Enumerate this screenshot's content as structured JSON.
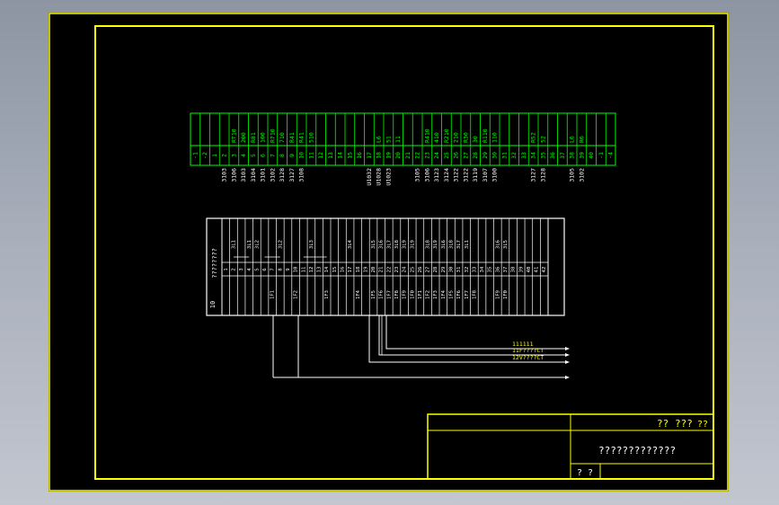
{
  "terminal_strip": {
    "terminals": [
      "-1",
      "-2",
      "1",
      "2",
      "3",
      "4",
      "5",
      "6",
      "7",
      "8",
      "9",
      "10",
      "11",
      "12",
      "13",
      "14",
      "15",
      "16",
      "17",
      "18",
      "19",
      "20",
      "21",
      "22",
      "23",
      "24",
      "25",
      "26",
      "27",
      "28",
      "29",
      "30",
      "31",
      "32",
      "33",
      "34",
      "35",
      "36",
      "37",
      "38",
      "39",
      "40",
      "-1",
      "-4"
    ],
    "upper_labels": [
      "",
      "",
      "",
      "",
      "RT10",
      "200",
      "R81",
      "100",
      "R710",
      "710",
      "R41",
      "R41",
      "510",
      "",
      "",
      "",
      "",
      "",
      "",
      "L6",
      "51",
      "11",
      "",
      "",
      "R410",
      "410",
      "R210",
      "210",
      "R30",
      "30",
      "R110",
      "110",
      "",
      "",
      "",
      "R52",
      "52",
      "",
      "",
      "L6",
      "R6",
      "",
      ""
    ],
    "lower_labels": [
      "",
      "",
      "",
      "3103",
      "3106",
      "3103",
      "3104",
      "3101",
      "3102",
      "3128",
      "3127",
      "3108",
      "",
      "",
      "",
      "",
      "",
      "",
      "U1032",
      "U1028",
      "U1023",
      "",
      "",
      "3105",
      "3106",
      "3123",
      "3124",
      "3122",
      "3122",
      "3119",
      "3107",
      "3100",
      "",
      "",
      "",
      "3127",
      "3128",
      "",
      "",
      "3105",
      "3102",
      "",
      ""
    ]
  },
  "cabinet_strip": {
    "left_text": "????????",
    "left_bottom": "10",
    "numbers": [
      "1",
      "2",
      "3",
      "4",
      "5",
      "6",
      "7",
      "8",
      "9",
      "10",
      "11",
      "12",
      "13",
      "14",
      "15",
      "16",
      "17",
      "18",
      "19",
      "20",
      "21",
      "22",
      "23",
      "24",
      "25",
      "26",
      "27",
      "28",
      "29",
      "30",
      "31",
      "32",
      "33",
      "34",
      "35",
      "36",
      "37",
      "38",
      "39",
      "40",
      "41",
      "42"
    ],
    "top_labels": [
      "",
      "3L1",
      "",
      "3L1",
      "3L2",
      "",
      "",
      "3L2",
      "",
      "",
      "",
      "3L3",
      "",
      "",
      "",
      "",
      "3L4",
      "",
      "",
      "3L5",
      "3L6",
      "3L7",
      "3L8",
      "3L9",
      "3L9",
      "",
      "3L8",
      "3L9",
      "3L6",
      "3L8",
      "3L7",
      "3L1",
      "",
      "",
      "",
      "3L6",
      "3L5",
      "",
      "",
      "",
      ""
    ],
    "bottom_labels": [
      "",
      "",
      "",
      "",
      "",
      "",
      "1F1",
      "",
      "",
      "1F2",
      "",
      "",
      "",
      "1F3",
      "",
      "",
      "",
      "1F4",
      "",
      "1F5",
      "1F6",
      "1F7",
      "1F8",
      "1F9",
      "1F0",
      "1F1",
      "1F2",
      "1F3",
      "1F4",
      "1F5",
      "1F6",
      "1F7",
      "1F8",
      "",
      "",
      "1F9",
      "1F0",
      "",
      "",
      "",
      ""
    ]
  },
  "callouts": [
    "12V????CT",
    "11F????CT",
    "111111"
  ],
  "title_block": {
    "top_right_a": "??",
    "top_right_b": "???",
    "top_right_c": "??",
    "name": "?????????????",
    "bottom_left": "?  ?"
  },
  "colors": {
    "background": "#000000",
    "frame": "#ffff00",
    "terminal_strip": "#00ff00",
    "wiring": "#ffffff",
    "annotation": "#ffff00"
  }
}
